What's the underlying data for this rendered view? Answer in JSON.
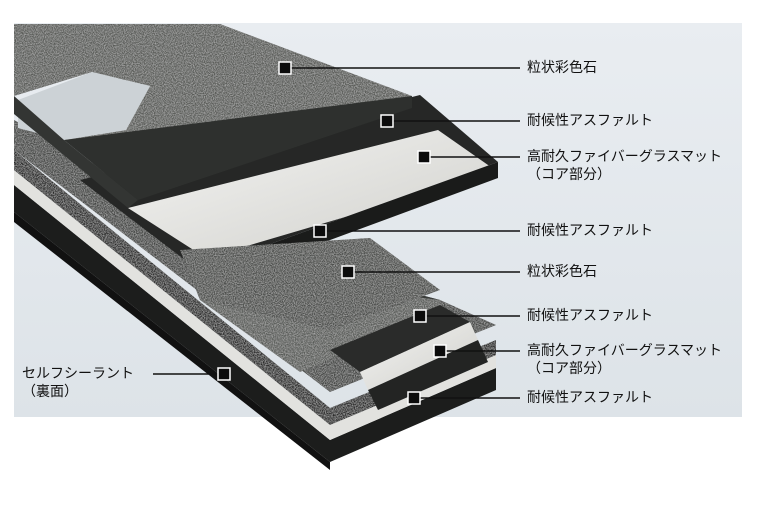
{
  "labels": {
    "top_granules": "粒状彩色石",
    "asphalt_1": "耐候性アスファルト",
    "fiberglass_1_line1": "高耐久ファイバーグラスマット",
    "fiberglass_1_line2": "（コア部分）",
    "asphalt_2": "耐候性アスファルト",
    "granules_2": "粒状彩色石",
    "asphalt_3": "耐候性アスファルト",
    "fiberglass_2_line1": "高耐久ファイバーグラスマット",
    "fiberglass_2_line2": "（コア部分）",
    "asphalt_4": "耐候性アスファルト",
    "sealant_line1": "セルフシーラント",
    "sealant_line2": "（裏面）"
  }
}
